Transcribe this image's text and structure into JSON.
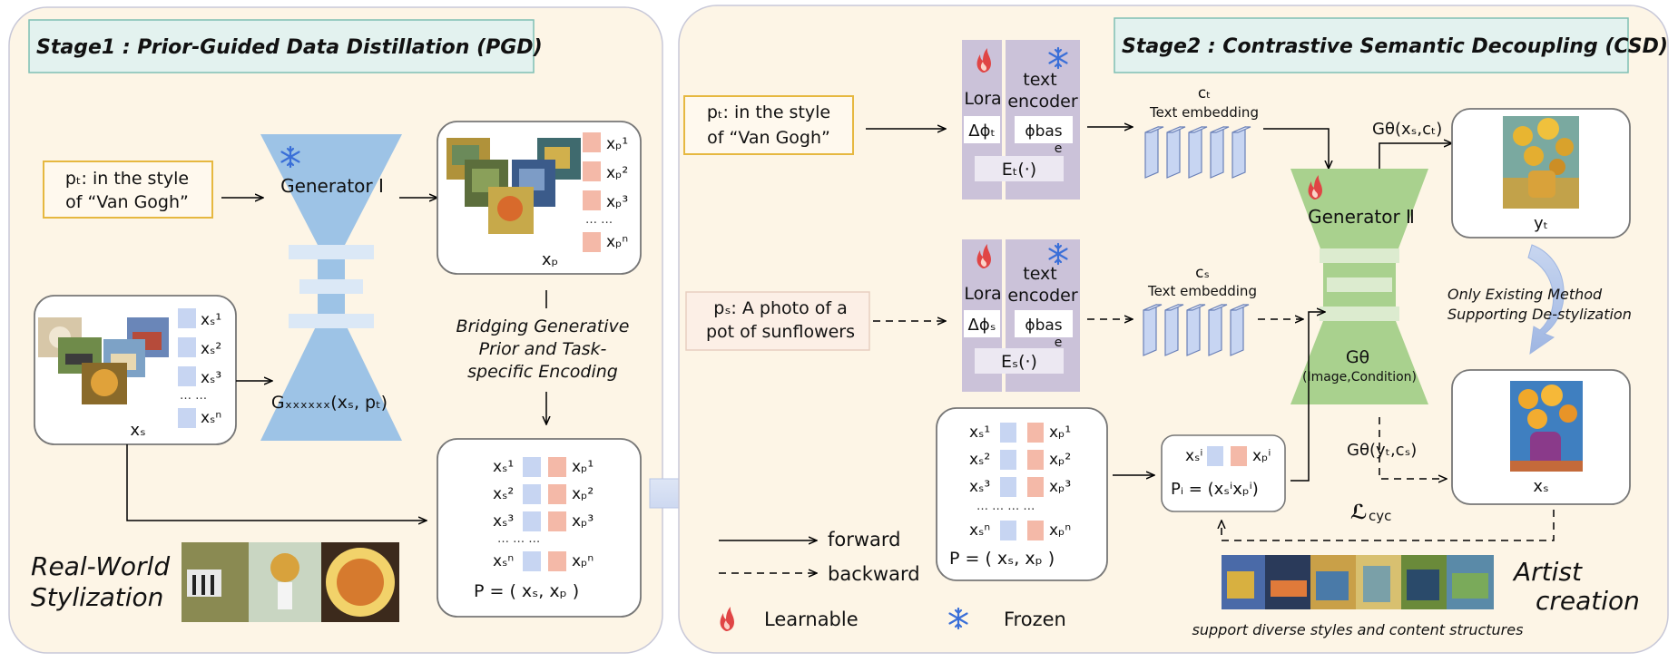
{
  "stage1": {
    "title": "Stage1 : Prior-Guided Data Distillation  (PGD)",
    "prompt_line1": "pₜ: in the style",
    "prompt_line2": "of “Van Gogh”",
    "generator_label": "Generator Ⅰ",
    "generator_formula": "Gₓₓₓₓₓₓ(xₛ, pₜ)",
    "xp_labels": [
      "xₚ¹",
      "xₚ²",
      "xₚ³",
      "xₚⁿ"
    ],
    "xp_caption": "xₚ",
    "xs_labels": [
      "xₛ¹",
      "xₛ²",
      "xₛ³",
      "xₛⁿ"
    ],
    "xs_caption": "xₛ",
    "bridge_lines": [
      "Bridging Generative",
      "Prior and Task-",
      "specific Encoding"
    ],
    "pairs_s": [
      "xₛ¹",
      "xₛ²",
      "xₛ³",
      "xₛⁿ"
    ],
    "pairs_p": [
      "xₚ¹",
      "xₚ²",
      "xₚ³",
      "xₚⁿ"
    ],
    "pairs_formula": "P = (  xₛ, xₚ )",
    "realworld_lines": [
      "Real-World",
      "Stylization"
    ]
  },
  "stage2": {
    "title": "Stage2 : Contrastive Semantic Decoupling (CSD)",
    "prompt_t_line1": "pₜ: in the style",
    "prompt_t_line2": "of “Van Gogh”",
    "prompt_s_line1": "pₛ: A photo of a",
    "prompt_s_line2": "pot of sunflowers",
    "lora": "Lora",
    "text_encoder_line1": "text",
    "text_encoder_line2": "encoder",
    "delta_t": "Δϕₜ",
    "delta_s": "Δϕₛ",
    "phi_base": "ϕbas",
    "phi_base_e": "e",
    "enc_t": "Eₜ(·)",
    "enc_s": "Eₛ(·)",
    "ct": "cₜ",
    "cs": "cₛ",
    "text_embedding": "Text embedding",
    "generator_label": "Generator Ⅱ",
    "g_theta": "Gθ",
    "image_condition": "(Image,Condition)",
    "g_out_t": "Gθ(xₛ,cₜ)",
    "g_out_s": "Gθ(yₜ,cₛ)",
    "yt": "yₜ",
    "xs": "xₛ",
    "only_existing_line1": "Only Existing Method",
    "only_existing_line2": "Supporting De-stylization",
    "pairs_s": [
      "xₛ¹",
      "xₛ²",
      "xₛ³",
      "xₛⁿ"
    ],
    "pairs_p": [
      "xₚ¹",
      "xₚ²",
      "xₚ³",
      "xₚⁿ"
    ],
    "pairs_formula": "P = (  xₛ, xₚ )",
    "pi_s": "xₛⁱ",
    "pi_p": "xₚⁱ",
    "pi_formula": "Pᵢ = (xₛⁱxₚⁱ)",
    "cycle_loss": "ℒ",
    "cycle_sub": "cyc",
    "forward": "forward",
    "backward": "backward",
    "learnable": "Learnable",
    "frozen": "Frozen",
    "artist_lines": [
      "Artist",
      "creation"
    ],
    "support_caption": "support diverse styles and content structures"
  },
  "colors": {
    "panel_bg": "#fdf5e6",
    "panel_border": "#c8c8d8",
    "title_bg": "#e3f2ef",
    "title_border": "#7fc0b4",
    "generator1": "#9dc3e6",
    "generator2": "#a9d18e",
    "encoder": "#cbc2d9",
    "pink": "#f4b9a8",
    "lightblue": "#c7d5f2",
    "prompt_border": "#e6b840",
    "flame": "#e04040",
    "snow": "#3a6fd8"
  }
}
